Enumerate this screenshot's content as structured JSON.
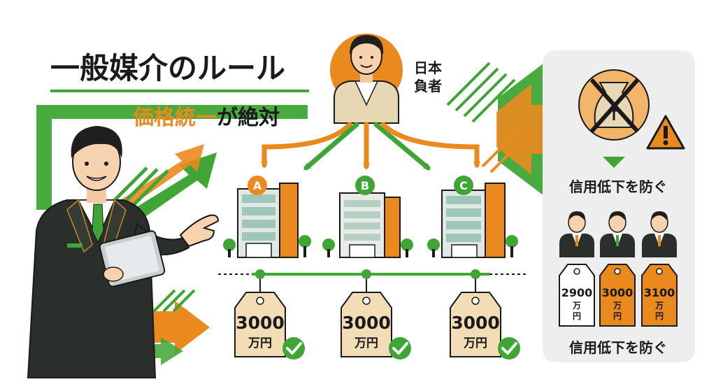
{
  "header": {
    "title": "一般媒介のルール",
    "subtitle_emphasis": "価格統一",
    "subtitle_rest": "が絶対"
  },
  "owner": {
    "label_line1": "日本",
    "label_line2": "負者"
  },
  "agencies": [
    {
      "letter": "A",
      "price": "3000",
      "unit": "万円"
    },
    {
      "letter": "B",
      "price": "3000",
      "unit": "万円"
    },
    {
      "letter": "C",
      "price": "3000",
      "unit": "万円"
    }
  ],
  "panel": {
    "heading_top": "信用低下を防ぐ",
    "heading_bottom": "信用低下を防ぐ",
    "tags": [
      {
        "price": "2900",
        "unit_l1": "万",
        "unit_l2": "円"
      },
      {
        "price": "3000",
        "unit_l1": "万",
        "unit_l2": "円"
      },
      {
        "price": "3100",
        "unit_l1": "万",
        "unit_l2": "円"
      }
    ]
  },
  "colors": {
    "orange": "#ea8a1e",
    "green": "#3fa535",
    "dark_suit": "#2b2f2b",
    "tag_fill": "#f3ddb6",
    "panel_bg": "#eeeeee"
  },
  "icons": {
    "prohibition": "no-money-bag-icon",
    "warning": "warning-icon",
    "check": "check-circle-icon"
  }
}
